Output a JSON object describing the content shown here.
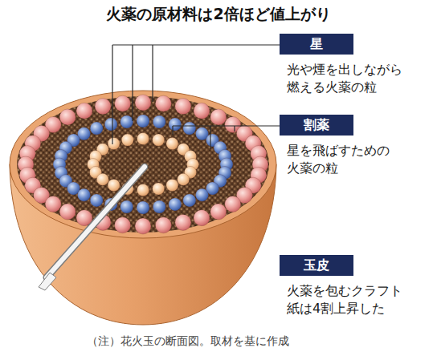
{
  "diagram": {
    "title": "火薬の原材料は2倍ほど値上がり",
    "caption": "（注）花火玉の断面図。取材を基に作成",
    "nodes": [
      {
        "text": [
          "星",
          "光や煙を出しながら 燃える火薬の粒"
        ]
      },
      {
        "text": [
          "割薬",
          "星を飛ばすための 火薬の粒"
        ]
      },
      {
        "text": [
          "玉皮",
          "火薬を包むクラフト 紙は4割上昇した"
        ]
      }
    ]
  }
}
